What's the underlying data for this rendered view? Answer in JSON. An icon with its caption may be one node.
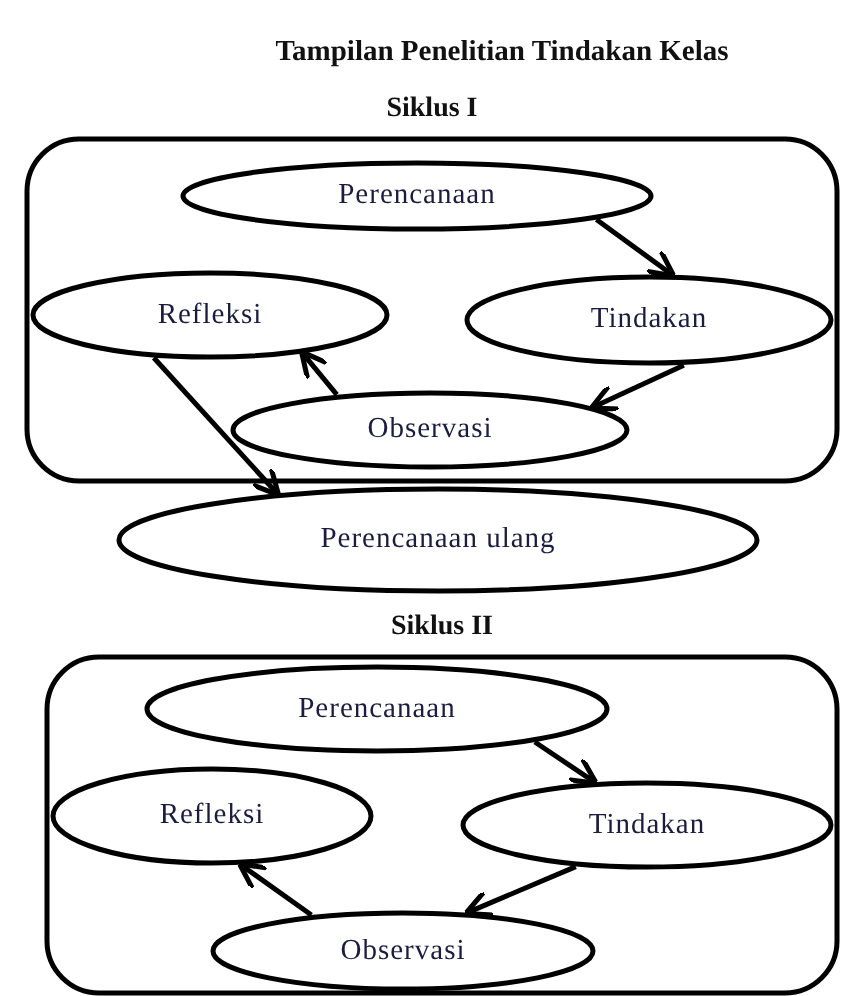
{
  "diagram": {
    "title": "Tampilan Penelitian Tindakan Kelas",
    "nodes": [
      {
        "text": [
          "Siklus I"
        ]
      },
      {
        "text": [
          "Perencanaan"
        ],
        "in": 0
      },
      {
        "text": [
          "Tindakan"
        ],
        "in": 0
      },
      {
        "text": [
          "Observasi"
        ],
        "in": 0
      },
      {
        "text": [
          "Refleksi"
        ],
        "in": 0
      },
      {
        "text": [
          "Perencanaan ulang"
        ]
      },
      {
        "text": [
          "Siklus II"
        ]
      },
      {
        "text": [
          "Perencanaan"
        ],
        "in": 6
      },
      {
        "text": [
          "Tindakan"
        ],
        "in": 6
      },
      {
        "text": [
          "Observasi"
        ],
        "in": 6
      },
      {
        "text": [
          "Refleksi"
        ],
        "in": 6
      }
    ],
    "edges": [
      {
        "from": 1,
        "to": 2,
        "arrow": "to"
      },
      {
        "from": 2,
        "to": 3,
        "arrow": "to"
      },
      {
        "from": 3,
        "to": 4,
        "arrow": "to"
      },
      {
        "from": 4,
        "to": 5,
        "arrow": "to"
      },
      {
        "from": 7,
        "to": 8,
        "arrow": "to"
      },
      {
        "from": 8,
        "to": 9,
        "arrow": "to"
      },
      {
        "from": 9,
        "to": 10,
        "arrow": "to"
      }
    ]
  }
}
